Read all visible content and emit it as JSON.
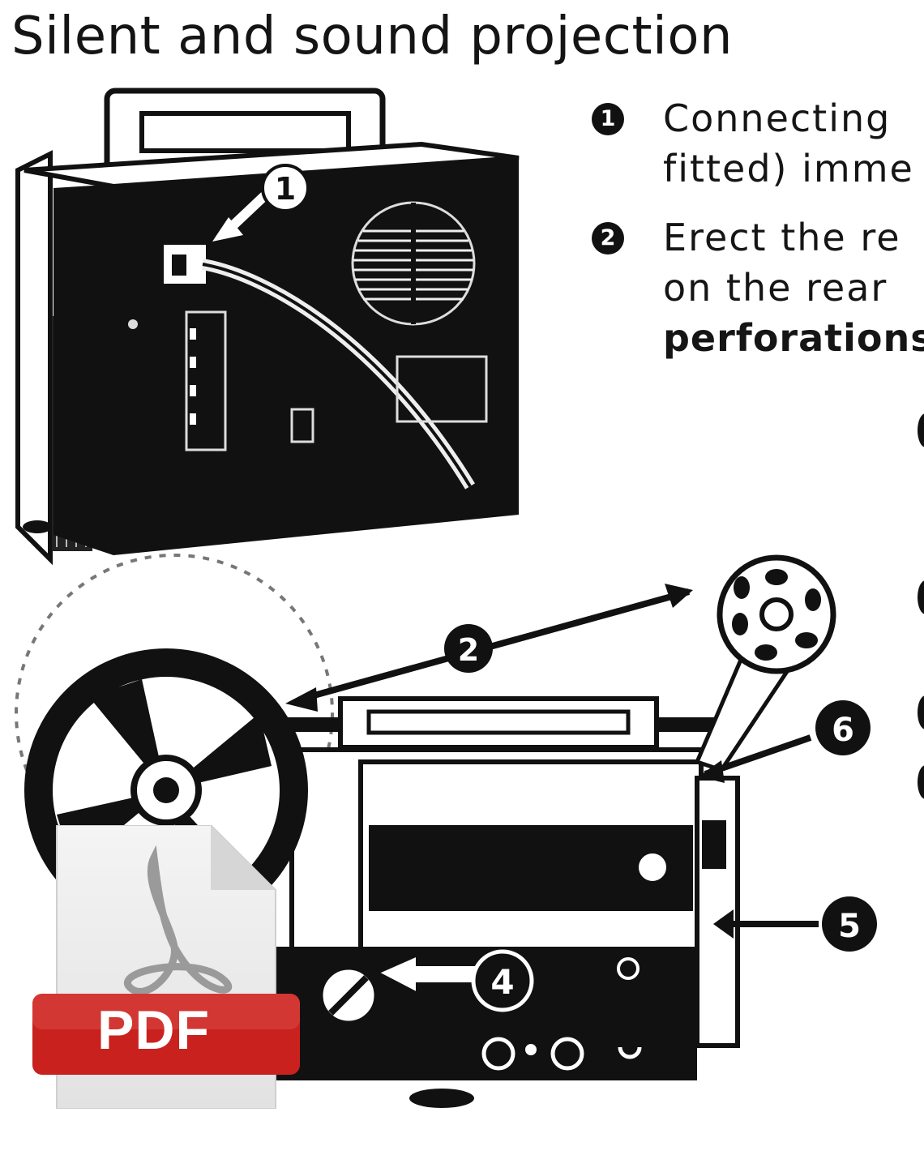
{
  "page": {
    "title": "Silent and sound projection"
  },
  "instructions": [
    {
      "number": "1",
      "lines": [
        "Connecting",
        "fitted) imme"
      ]
    },
    {
      "number": "2",
      "lines": [
        "Erect the re",
        "on the rear",
        "perforations"
      ]
    }
  ],
  "illustration": {
    "callouts": [
      "1",
      "2",
      "4",
      "5",
      "6"
    ]
  },
  "pdf_badge": {
    "label": "PDF",
    "icon": "pdf-file-icon",
    "color": "#c9211e"
  }
}
